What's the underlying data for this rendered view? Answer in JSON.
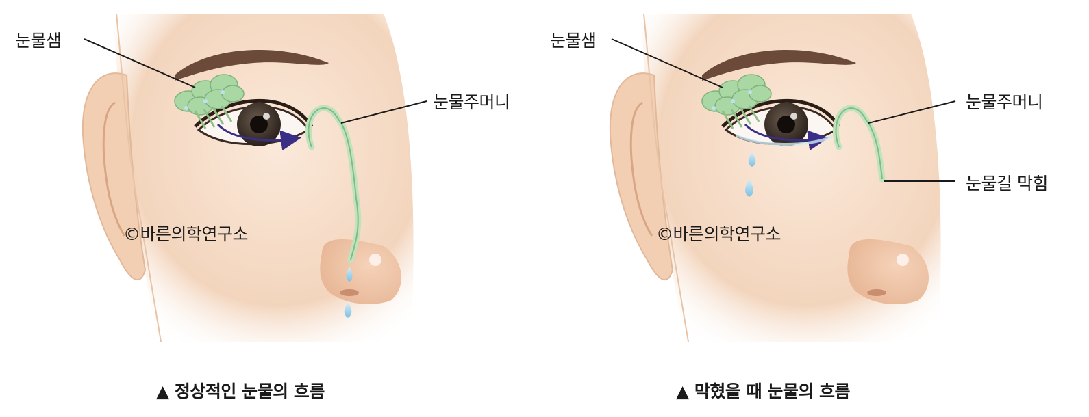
{
  "panels": [
    {
      "labels": {
        "gland": "눈물샘",
        "sac": "눈물주머니"
      },
      "copyright": "©바른의학연구소",
      "caption": "▲ 정상적인 눈물의 흐름"
    },
    {
      "labels": {
        "gland": "눈물샘",
        "sac": "눈물주머니",
        "blockage": "눈물길 막힘"
      },
      "copyright": "©바른의학연구소",
      "caption": "▲ 막혔을 때 눈물의 흐름"
    }
  ],
  "colors": {
    "skin": "#f6dcc7",
    "duct": "#bfe3bd",
    "gland": "#a9d8a4",
    "arrow": "#3b2e86",
    "tear": "#9fd0ea"
  }
}
